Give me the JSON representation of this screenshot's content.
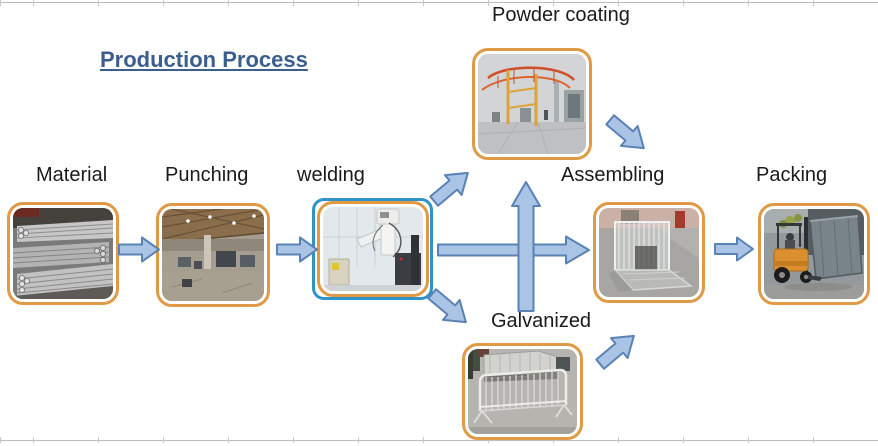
{
  "title": "Production Process",
  "steps": {
    "material": {
      "label": "Material"
    },
    "punching": {
      "label": "Punching"
    },
    "welding": {
      "label": "welding"
    },
    "powder_coating": {
      "label": "Powder coating"
    },
    "galvanized": {
      "label": "Galvanized"
    },
    "assembling": {
      "label": "Assembling"
    },
    "packing": {
      "label": "Packing"
    }
  },
  "flow": [
    {
      "from": "Material",
      "to": "Punching"
    },
    {
      "from": "Punching",
      "to": "welding"
    },
    {
      "from": "welding",
      "to": "Powder coating"
    },
    {
      "from": "welding",
      "to": "Assembling"
    },
    {
      "from": "welding",
      "to": "Galvanized"
    },
    {
      "from": "Galvanized",
      "to": "Powder coating"
    },
    {
      "from": "Powder coating",
      "to": "Assembling"
    },
    {
      "from": "Galvanized",
      "to": "Assembling"
    },
    {
      "from": "Assembling",
      "to": "Packing"
    }
  ],
  "colors": {
    "title_text": "#3A5F8F",
    "label_text": "#1A1A1A",
    "arrow_fill": "#A9C4E4",
    "arrow_outline": "#5B82B5",
    "photo_frame": "#E09A45",
    "welding_highlight_frame": "#2E93C9",
    "gridline": "#BDBDBD",
    "background": "#FFFFFF"
  }
}
